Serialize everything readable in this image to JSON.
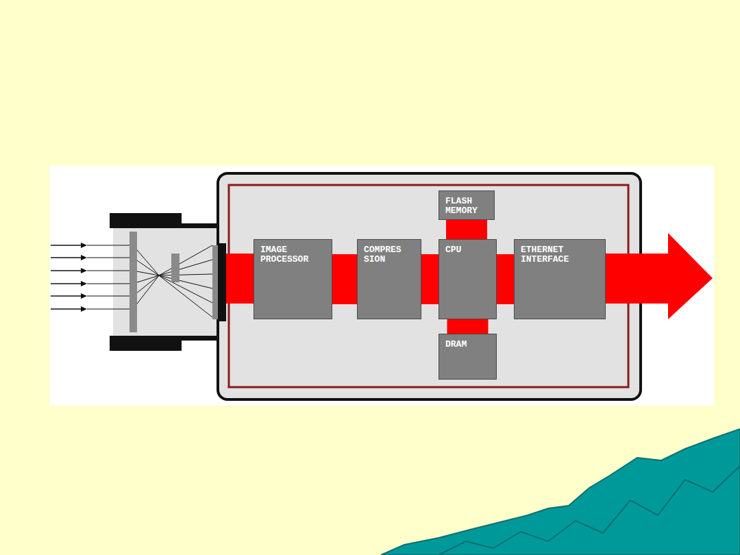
{
  "diagram": {
    "nodes": [
      {
        "text": [
          "FLASH MEMORY"
        ]
      },
      {
        "text": [
          "IMAGE PROCESSOR"
        ]
      },
      {
        "text": [
          "COMPRES SION"
        ]
      },
      {
        "text": [
          "CPU"
        ]
      },
      {
        "text": [
          "ETHERNET INTERFACE"
        ]
      },
      {
        "text": [
          "DRAM"
        ]
      }
    ],
    "edges": [
      {
        "from": 1,
        "to": 2,
        "arrow": "none"
      },
      {
        "from": 2,
        "to": 3,
        "arrow": "none"
      },
      {
        "from": 3,
        "to": 4,
        "arrow": "none"
      },
      {
        "from": 0,
        "to": 3,
        "arrow": "none"
      },
      {
        "from": 3,
        "to": 5,
        "arrow": "none"
      }
    ]
  }
}
